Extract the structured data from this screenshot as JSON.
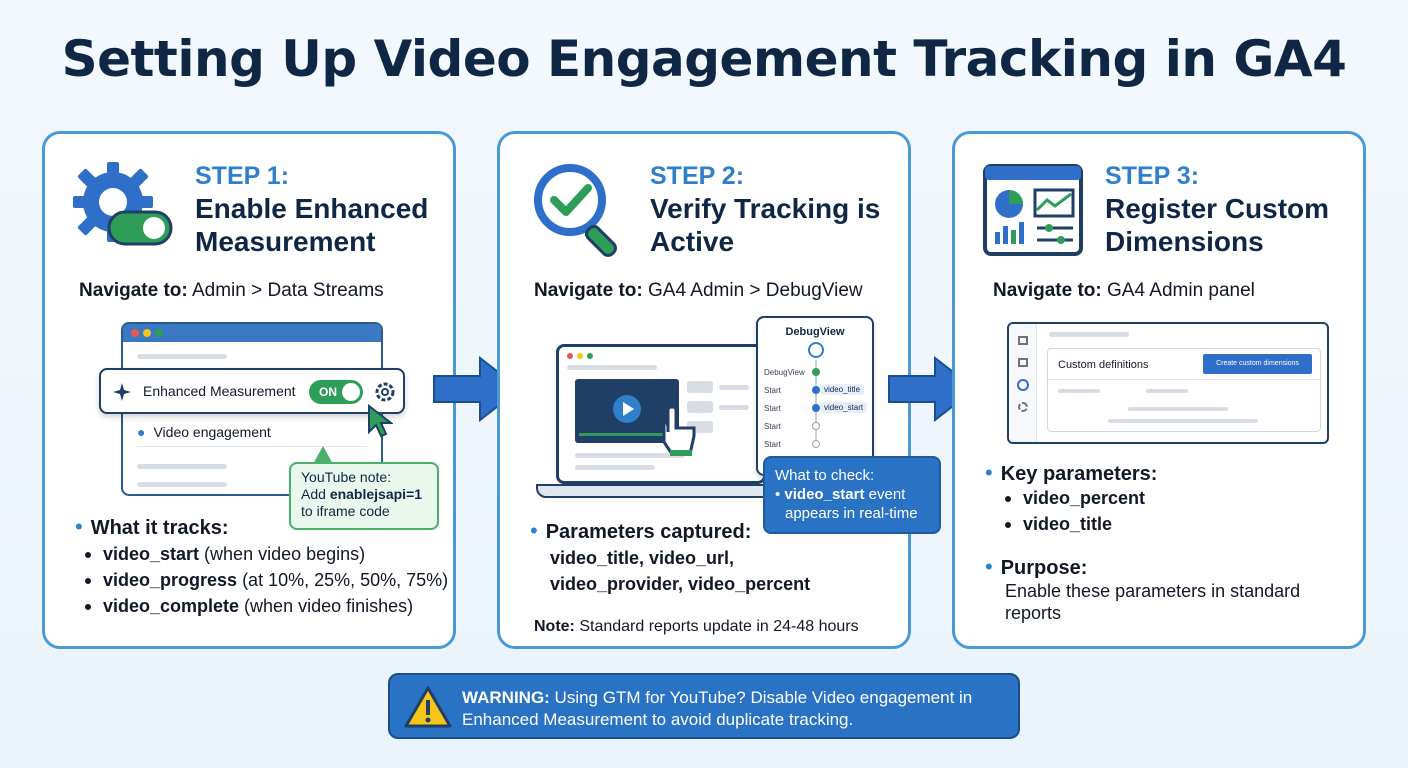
{
  "title": "Setting Up Video Engagement Tracking in GA4",
  "steps": [
    {
      "number": "STEP 1:",
      "title": "Enable Enhanced Measurement",
      "nav_label": "Navigate to:",
      "nav_value": "Admin > Data Streams",
      "mock": {
        "em_label": "Enhanced Measurement",
        "toggle_label": "ON",
        "item_label": "Video engagement"
      },
      "note": {
        "title": "YouTube note:",
        "line1_prefix": "Add ",
        "line1_code": "enablejsapi=1",
        "line2": "to iframe code"
      },
      "section_head": "What it tracks:",
      "items": [
        {
          "key": "video_start",
          "desc": " (when video begins)"
        },
        {
          "key": "video_progress",
          "desc": " (at 10%, 25%, 50%, 75%)"
        },
        {
          "key": "video_complete",
          "desc": " (when video finishes)"
        }
      ]
    },
    {
      "number": "STEP 2:",
      "title": "Verify Tracking is Active",
      "nav_label": "Navigate to:",
      "nav_value": "GA4 Admin > DebugView",
      "debug": {
        "title": "DebugView",
        "rows": [
          "DebugView",
          "Start",
          "Start",
          "Start",
          "Start"
        ],
        "tags": [
          "video_title",
          "video_start"
        ]
      },
      "check": {
        "title": "What to check:",
        "key": "video_start",
        "rest": " event",
        "line2": "appears in real-time"
      },
      "section_head": "Parameters captured:",
      "params_line1": "video_title, video_url,",
      "params_line2": "video_provider, video_percent",
      "note_label": "Note:",
      "note_value": " Standard reports update in 24-48 hours"
    },
    {
      "number": "STEP 3:",
      "title": "Register Custom Dimensions",
      "nav_label": "Navigate to:",
      "nav_value": "GA4 Admin panel",
      "admin": {
        "label": "Custom definitions",
        "button": "Create custom dimensions"
      },
      "section_head": "Key parameters:",
      "items": [
        "video_percent",
        "video_title"
      ],
      "purpose_head": "Purpose:",
      "purpose_text": "Enable these parameters in standard reports"
    }
  ],
  "warning": {
    "label": "WARNING:",
    "text": " Using GTM for YouTube? Disable Video engagement in Enhanced Measurement to avoid duplicate tracking."
  },
  "colors": {
    "navy": "#0f2744",
    "accent": "#2f7fcb",
    "green": "#2e9d58",
    "warning_yellow": "#f5c518"
  }
}
